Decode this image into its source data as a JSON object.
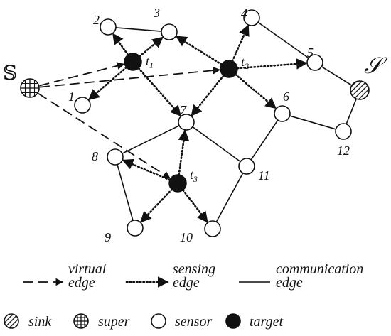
{
  "nodes": {
    "sensors": [
      {
        "id": "1",
        "label": "1"
      },
      {
        "id": "2",
        "label": "2"
      },
      {
        "id": "3",
        "label": "3"
      },
      {
        "id": "4",
        "label": "4"
      },
      {
        "id": "5",
        "label": "5"
      },
      {
        "id": "6",
        "label": "6"
      },
      {
        "id": "7",
        "label": "7"
      },
      {
        "id": "8",
        "label": "8"
      },
      {
        "id": "9",
        "label": "9"
      },
      {
        "id": "10",
        "label": "10"
      },
      {
        "id": "11",
        "label": "11"
      },
      {
        "id": "12",
        "label": "12"
      }
    ],
    "targets": [
      {
        "id": "t1",
        "label": "t",
        "sub": "1"
      },
      {
        "id": "t2",
        "label": "t",
        "sub": "2"
      },
      {
        "id": "t3",
        "label": "t",
        "sub": "3"
      }
    ],
    "super": {
      "label": "𝕊"
    },
    "sink": {
      "label": "𝒮"
    }
  },
  "edges": {
    "communication": [
      [
        "2",
        "3"
      ],
      [
        "4",
        "5"
      ],
      [
        "5",
        "sink"
      ],
      [
        "sink",
        "12"
      ],
      [
        "12",
        "6"
      ],
      [
        "6",
        "11"
      ],
      [
        "11",
        "10"
      ],
      [
        "11",
        "7"
      ],
      [
        "7",
        "8"
      ],
      [
        "8",
        "9"
      ]
    ],
    "sensing": [
      [
        "t1",
        "2"
      ],
      [
        "t1",
        "3"
      ],
      [
        "t1",
        "1"
      ],
      [
        "t1",
        "7"
      ],
      [
        "t2",
        "3"
      ],
      [
        "t2",
        "4"
      ],
      [
        "t2",
        "5"
      ],
      [
        "t2",
        "6"
      ],
      [
        "t2",
        "7"
      ],
      [
        "t3",
        "7"
      ],
      [
        "t3",
        "8"
      ],
      [
        "t3",
        "9"
      ],
      [
        "t3",
        "10"
      ]
    ],
    "virtual": [
      [
        "super",
        "t1"
      ],
      [
        "super",
        "t2"
      ],
      [
        "super",
        "t3"
      ]
    ]
  },
  "legend": {
    "edges": [
      {
        "type": "virtual",
        "line1": "virtual",
        "line2": "edge"
      },
      {
        "type": "sensing",
        "line1": "sensing",
        "line2": "edge"
      },
      {
        "type": "communication",
        "line1": "communication",
        "line2": "edge"
      }
    ],
    "nodes": [
      {
        "type": "sink",
        "label": "sink"
      },
      {
        "type": "super",
        "label": "super"
      },
      {
        "type": "sensor",
        "label": "sensor"
      },
      {
        "type": "target",
        "label": "target"
      }
    ]
  }
}
